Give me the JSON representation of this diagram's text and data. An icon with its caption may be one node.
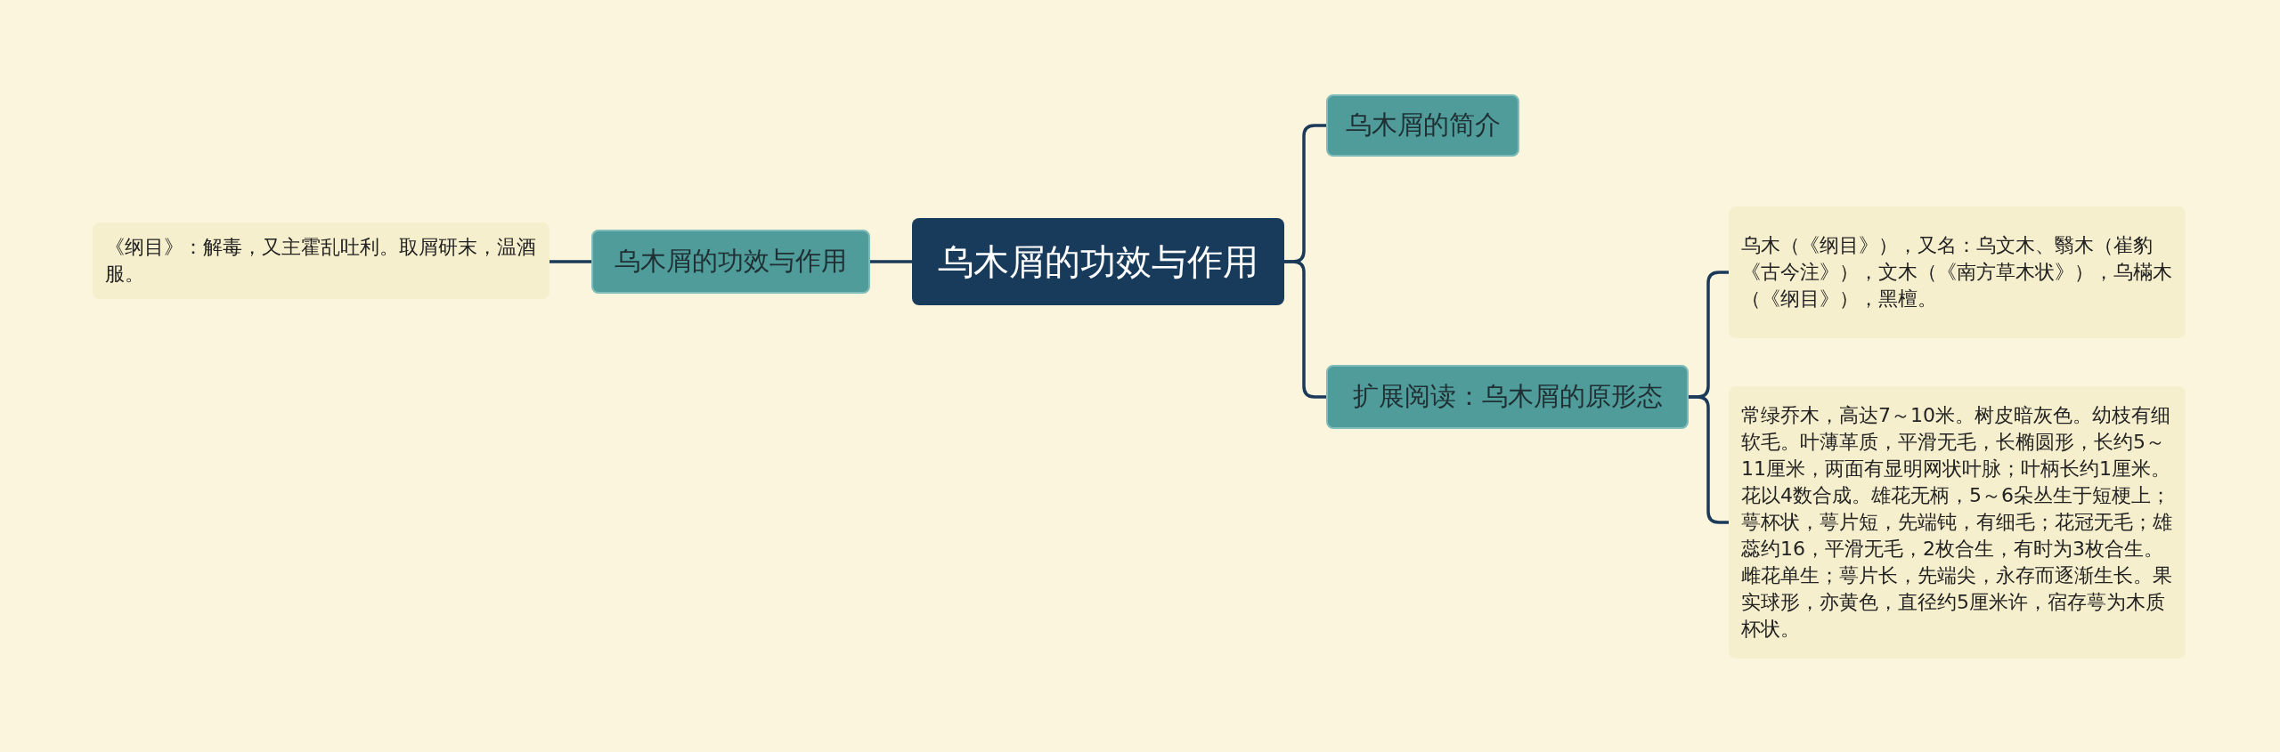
{
  "diagram": {
    "nodes": [
      {
        "text": [
          "乌木屑的功效与作用"
        ]
      },
      {
        "text": [
          "乌木屑的功效与作用"
        ]
      },
      {
        "text": [
          "《纲目》：解毒，又主霍乱吐利。取屑研末，温酒服。"
        ]
      },
      {
        "text": [
          "乌木屑的简介"
        ]
      },
      {
        "text": [
          "扩展阅读：乌木屑的原形态"
        ]
      },
      {
        "text": [
          "乌木（《纲目》），又名：乌文木、翳木（崔豹《古今注》），文木（《南方草木状》），乌樠木（《纲目》），黑檀。"
        ]
      },
      {
        "text": [
          "常绿乔木，高达7～10米。树皮暗灰色。幼枝有细软毛。叶薄革质，平滑无毛，长椭圆形，长约5～11厘米，两面有显明网状叶脉；叶柄长约1厘米。花以4数合成。雄花无柄，5～6朵丛生于短梗上；萼杯状，萼片短，先端钝，有细毛；花冠无毛；雄蕊约16，平滑无毛，2枚合生，有时为3枚合生。雌花单生；萼片长，先端尖，永存而逐渐生长。果实球形，亦黄色，直径约5厘米许，宿存萼为木质杯状。"
        ]
      }
    ],
    "edges": [
      {
        "from": 0,
        "to": 1,
        "arrow": "none"
      },
      {
        "from": 1,
        "to": 2,
        "arrow": "none"
      },
      {
        "from": 0,
        "to": 3,
        "arrow": "none"
      },
      {
        "from": 0,
        "to": 4,
        "arrow": "none"
      },
      {
        "from": 4,
        "to": 5,
        "arrow": "none"
      },
      {
        "from": 4,
        "to": 6,
        "arrow": "none"
      }
    ]
  }
}
